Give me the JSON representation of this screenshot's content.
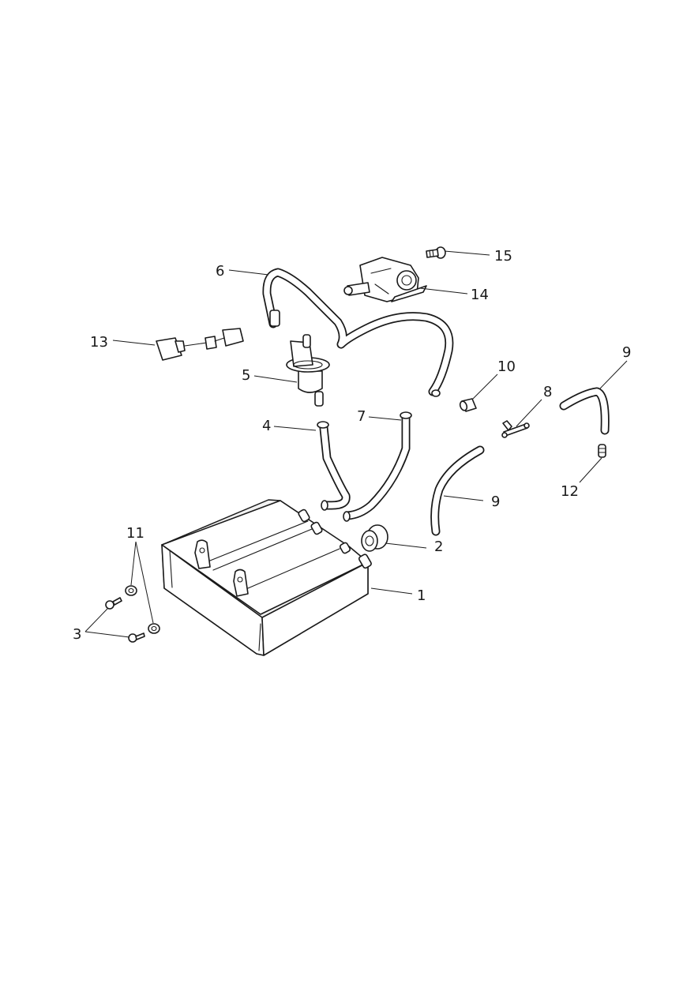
{
  "callouts": [
    {
      "id": "label-1",
      "text": "1"
    },
    {
      "id": "label-2",
      "text": "2"
    },
    {
      "id": "label-3",
      "text": "3"
    },
    {
      "id": "label-4",
      "text": "4"
    },
    {
      "id": "label-5",
      "text": "5"
    },
    {
      "id": "label-6",
      "text": "6"
    },
    {
      "id": "label-7",
      "text": "7"
    },
    {
      "id": "label-8",
      "text": "8"
    },
    {
      "id": "label-9-upper",
      "text": "9"
    },
    {
      "id": "label-9-lower",
      "text": "9"
    },
    {
      "id": "label-10",
      "text": "10"
    },
    {
      "id": "label-11",
      "text": "11"
    },
    {
      "id": "label-12",
      "text": "12"
    },
    {
      "id": "label-13",
      "text": "13"
    },
    {
      "id": "label-14",
      "text": "14"
    },
    {
      "id": "label-15",
      "text": "15"
    }
  ]
}
